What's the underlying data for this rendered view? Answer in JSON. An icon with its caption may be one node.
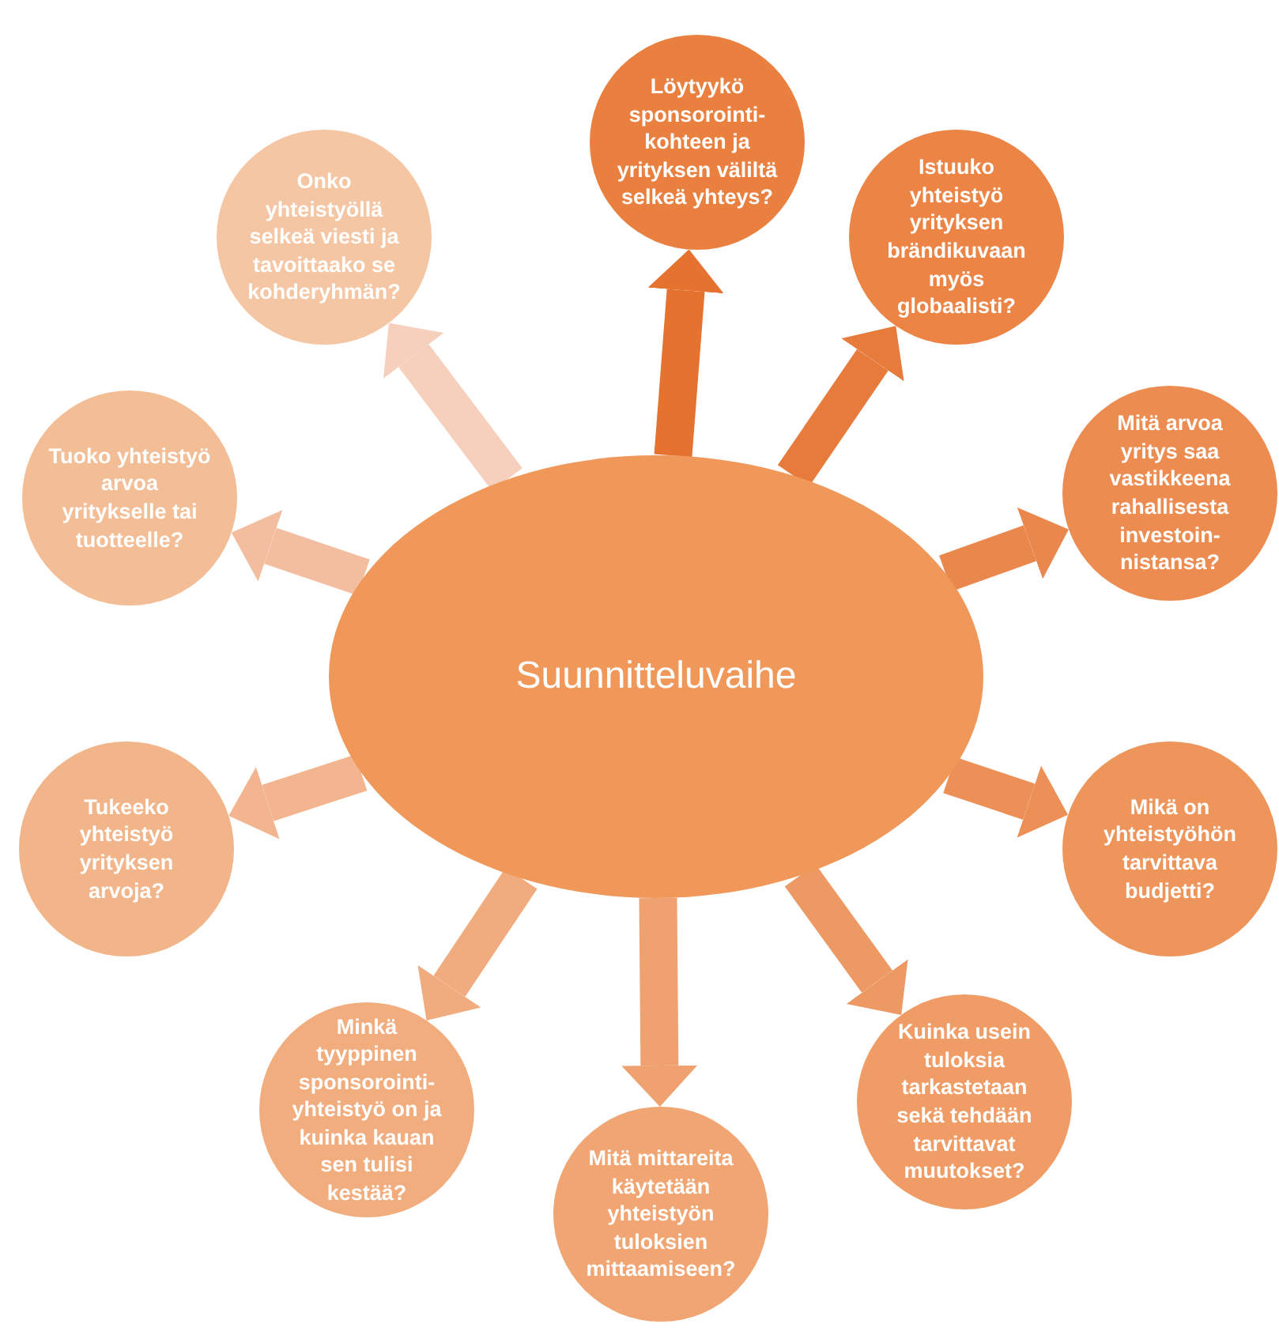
{
  "diagram": {
    "nodes": [
      {
        "text": [
          "Suunnitteluvaihe"
        ]
      },
      {
        "text": [
          "Löytyykö sponsorointi-kohteen ja yrityksen väliltä selkeä yhteys?"
        ]
      },
      {
        "text": [
          "Istuuko yhteistyö yrityksen brändikuvaan myös globaalisti?"
        ]
      },
      {
        "text": [
          "Mitä arvoa yritys saa vastikkeena rahallisesta investoin-nistansa?"
        ]
      },
      {
        "text": [
          "Mikä on yhteistyöhön tarvittava budjetti?"
        ]
      },
      {
        "text": [
          "Kuinka usein tuloksia tarkastetaan sekä tehdään tarvittavat muutokset?"
        ]
      },
      {
        "text": [
          "Mitä mittareita käytetään yhteistyön tuloksien mittaamiseen?"
        ]
      },
      {
        "text": [
          "Minkä tyyppinen sponsorointi-yhteistyö on ja kuinka kauan sen tulisi kestää?"
        ]
      },
      {
        "text": [
          "Tukeeko yhteistyö yrityksen arvoja?"
        ]
      },
      {
        "text": [
          "Tuoko yhteistyö arvoa yritykselle tai tuotteelle?"
        ]
      },
      {
        "text": [
          "Onko yhteistyöllä selkeä viesti ja tavoittaako se kohderyhmän?"
        ]
      }
    ],
    "edges": [
      {
        "from": 0,
        "to": 1,
        "arrow": "to",
        "color": "#e5732f"
      },
      {
        "from": 0,
        "to": 2,
        "arrow": "to",
        "color": "#e77b3b"
      },
      {
        "from": 0,
        "to": 3,
        "arrow": "to",
        "color": "#ea874c"
      },
      {
        "from": 0,
        "to": 4,
        "arrow": "to",
        "color": "#ec9058"
      },
      {
        "from": 0,
        "to": 5,
        "arrow": "to",
        "color": "#ed9963"
      },
      {
        "from": 0,
        "to": 6,
        "arrow": "to",
        "color": "#efa270"
      },
      {
        "from": 0,
        "to": 7,
        "arrow": "to",
        "color": "#f0ab7e"
      },
      {
        "from": 0,
        "to": 8,
        "arrow": "to",
        "color": "#f2b590"
      },
      {
        "from": 0,
        "to": 9,
        "arrow": "to",
        "color": "#f3bea0"
      },
      {
        "from": 0,
        "to": 10,
        "arrow": "to",
        "color": "#f6d0bd"
      }
    ]
  }
}
